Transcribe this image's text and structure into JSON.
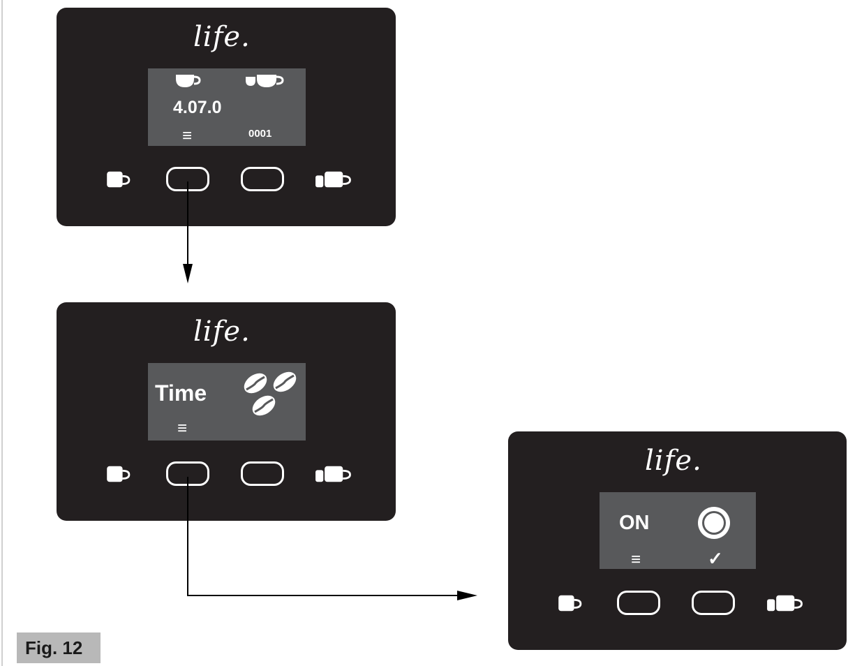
{
  "figure_label": "Fig. 12",
  "brand": "life.",
  "panels": {
    "first": {
      "version": "4.07.0",
      "counter": "0001",
      "menu_symbol": "≡",
      "screen_icons": [
        "single-cup-icon",
        "double-cup-icon"
      ]
    },
    "second": {
      "text": "Time",
      "menu_symbol": "≡",
      "screen_icons": [
        "coffee-beans-icon"
      ]
    },
    "third": {
      "text": "ON",
      "menu_symbol": "≡",
      "confirm_symbol": "✓",
      "screen_icons": [
        "ring-icon",
        "check-icon"
      ]
    }
  },
  "panel_icons": [
    "single-cup-icon",
    "left-button",
    "right-button",
    "double-cup-icon"
  ],
  "colors": {
    "panel": "#231f20",
    "screen": "#58595b",
    "label_bg": "#b8b8b8",
    "arrow": "#000000"
  }
}
